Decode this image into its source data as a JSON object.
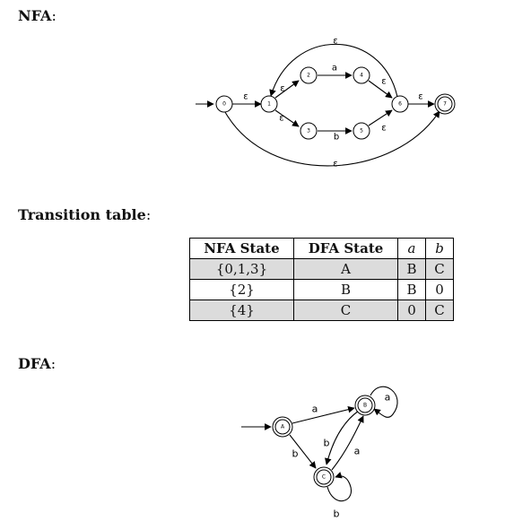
{
  "sections": {
    "nfa_title": "NFA",
    "table_title": "Transition table",
    "dfa_title": "DFA",
    "colon": ":"
  },
  "nfa": {
    "states": [
      "0",
      "1",
      "2",
      "3",
      "4",
      "5",
      "6",
      "7"
    ],
    "accepting": [
      "7"
    ],
    "start": "0",
    "transitions": [
      {
        "from": "0",
        "to": "1",
        "label": "ε"
      },
      {
        "from": "1",
        "to": "2",
        "label": "ε"
      },
      {
        "from": "1",
        "to": "3",
        "label": "ε"
      },
      {
        "from": "2",
        "to": "4",
        "label": "a"
      },
      {
        "from": "3",
        "to": "5",
        "label": "b"
      },
      {
        "from": "4",
        "to": "6",
        "label": "ε"
      },
      {
        "from": "5",
        "to": "6",
        "label": "ε"
      },
      {
        "from": "6",
        "to": "7",
        "label": "ε"
      },
      {
        "from": "6",
        "to": "1",
        "label": "ε"
      },
      {
        "from": "0",
        "to": "7",
        "label": "ε"
      }
    ]
  },
  "table": {
    "headers": [
      "NFA State",
      "DFA State",
      "a",
      "b"
    ],
    "rows": [
      [
        "{0,1,3}",
        "A",
        "B",
        "C"
      ],
      [
        "{2}",
        "B",
        "B",
        "0"
      ],
      [
        "{4}",
        "C",
        "0",
        "C"
      ]
    ]
  },
  "dfa": {
    "states": [
      "A",
      "B",
      "C"
    ],
    "accepting": [
      "A",
      "B",
      "C"
    ],
    "start": "A",
    "transitions": [
      {
        "from": "A",
        "to": "B",
        "label": "a"
      },
      {
        "from": "A",
        "to": "C",
        "label": "b"
      },
      {
        "from": "B",
        "to": "B",
        "label": "a"
      },
      {
        "from": "B",
        "to": "C",
        "label": "b"
      },
      {
        "from": "C",
        "to": "B",
        "label": "a"
      },
      {
        "from": "C",
        "to": "C",
        "label": "b"
      }
    ]
  }
}
